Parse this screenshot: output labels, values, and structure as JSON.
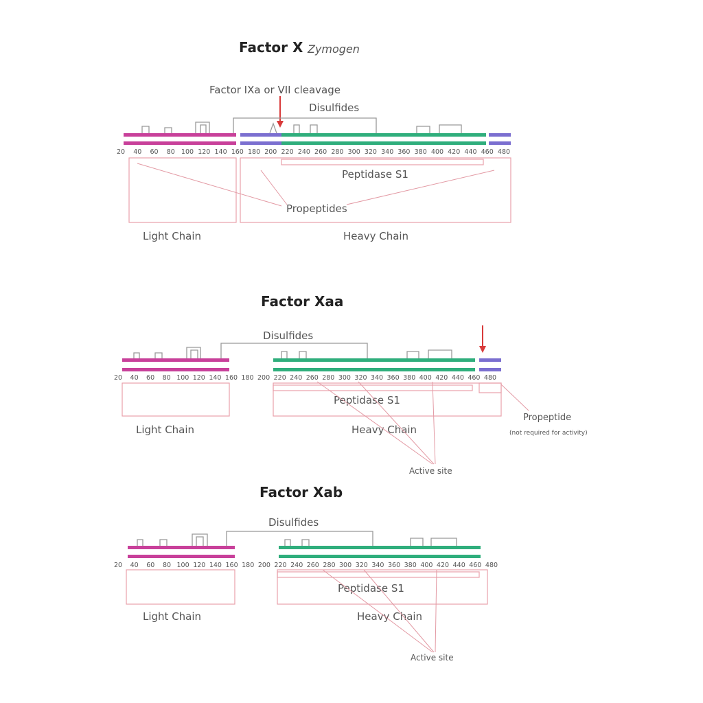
{
  "panels": [
    {
      "title": "Factor X",
      "subtitle": "Zymogen",
      "cleavage_label": "Factor IXa or VII cleavage",
      "disulfides_label": "Disulfides",
      "peptidase_label": "Peptidase S1",
      "propeptides_label": "Propeptides",
      "light_chain_label": "Light Chain",
      "heavy_chain_label": "Heavy Chain",
      "ticks": [
        "20",
        "40",
        "60",
        "80",
        "100",
        "120",
        "140",
        "160",
        "180",
        "200",
        "220",
        "240",
        "260",
        "280",
        "300",
        "320",
        "340",
        "360",
        "380",
        "400",
        "420",
        "440",
        "460",
        "480"
      ]
    },
    {
      "title": "Factor Xaa",
      "disulfides_label": "Disulfides",
      "peptidase_label": "Peptidase S1",
      "propeptide_label": "Propeptide",
      "propeptide_note": "(not required for activity)",
      "light_chain_label": "Light Chain",
      "heavy_chain_label": "Heavy Chain",
      "active_site_label": "Active site",
      "ticks": [
        "20",
        "40",
        "60",
        "80",
        "100",
        "120",
        "140",
        "160",
        "180",
        "200",
        "220",
        "240",
        "260",
        "280",
        "300",
        "320",
        "340",
        "360",
        "380",
        "400",
        "420",
        "440",
        "460",
        "480"
      ]
    },
    {
      "title": "Factor Xab",
      "disulfides_label": "Disulfides",
      "peptidase_label": "Peptidase S1",
      "light_chain_label": "Light Chain",
      "heavy_chain_label": "Heavy Chain",
      "active_site_label": "Active site",
      "ticks": [
        "20",
        "40",
        "60",
        "80",
        "100",
        "120",
        "140",
        "160",
        "180",
        "200",
        "220",
        "240",
        "260",
        "280",
        "300",
        "320",
        "340",
        "360",
        "380",
        "400",
        "420",
        "440",
        "460",
        "480"
      ]
    }
  ],
  "colors": {
    "light_chain": "#c8409a",
    "heavy_chain": "#2fae7c",
    "propeptide": "#7b6fd0",
    "box": "#e8a0aa",
    "bracket": "#999999",
    "arrow": "#d83a3a",
    "leader": "#e39aa4"
  }
}
